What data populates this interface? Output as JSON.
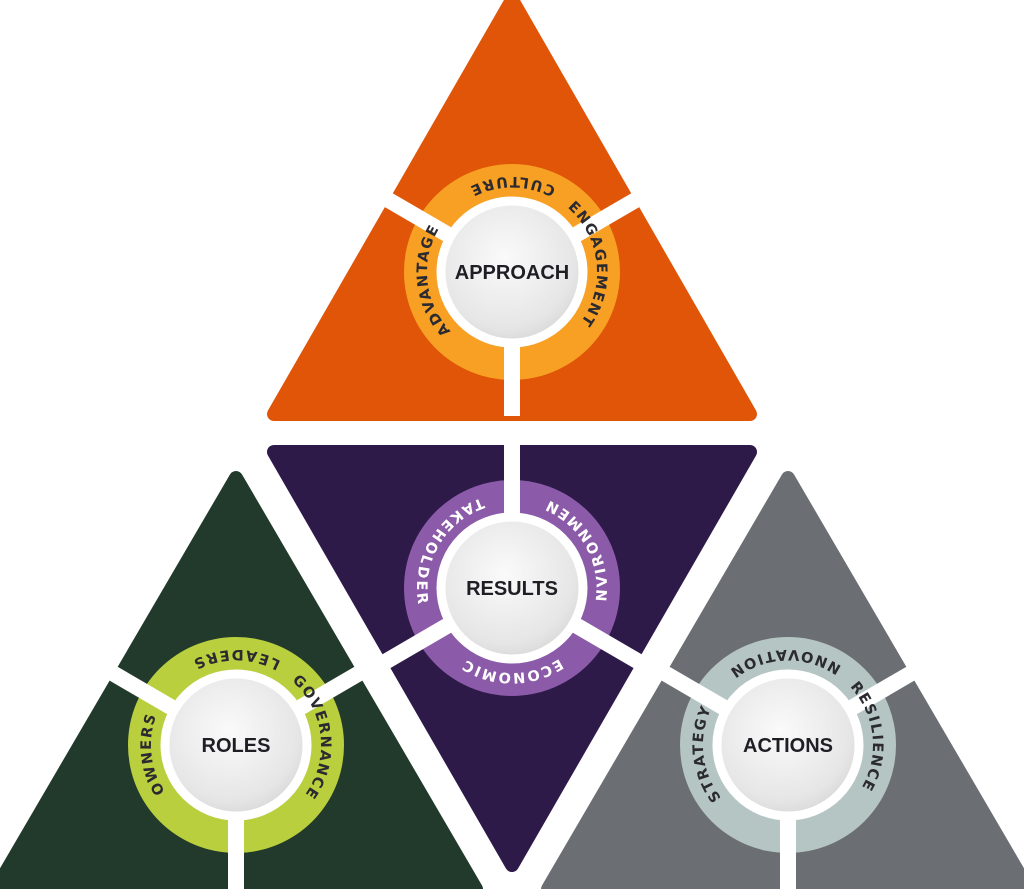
{
  "palette": {
    "background": "#ffffff",
    "gap": "#ffffff",
    "center_fill": "#ececec",
    "center_text": "#1e1e24"
  },
  "sections": [
    {
      "id": "approach",
      "title": "APPROACH",
      "triangle_color": "#e05508",
      "ring_color": "#f7a024",
      "ring_text_color": "#2a2a30",
      "ring_labels": [
        "CULTURE",
        "ENGAGEMENT",
        "ADVANTAGE"
      ]
    },
    {
      "id": "results",
      "title": "RESULTS",
      "triangle_color": "#2d1a49",
      "ring_color": "#8b5aa8",
      "ring_text_color": "#ffffff",
      "ring_labels": [
        "ENVIRONMENT",
        "ECONOMIC",
        "STAKEHOLDERS"
      ]
    },
    {
      "id": "roles",
      "title": "ROLES",
      "triangle_color": "#223a2c",
      "ring_color": "#b9cf3e",
      "ring_text_color": "#2a2a30",
      "ring_labels": [
        "LEADERS",
        "GOVERNANCE",
        "OWNERS"
      ]
    },
    {
      "id": "actions",
      "title": "ACTIONS",
      "triangle_color": "#6b6e72",
      "ring_color": "#b5c5c3",
      "ring_text_color": "#2a2a30",
      "ring_labels": [
        "INNOVATION",
        "RESILIENCE",
        "STRATEGY"
      ]
    }
  ]
}
